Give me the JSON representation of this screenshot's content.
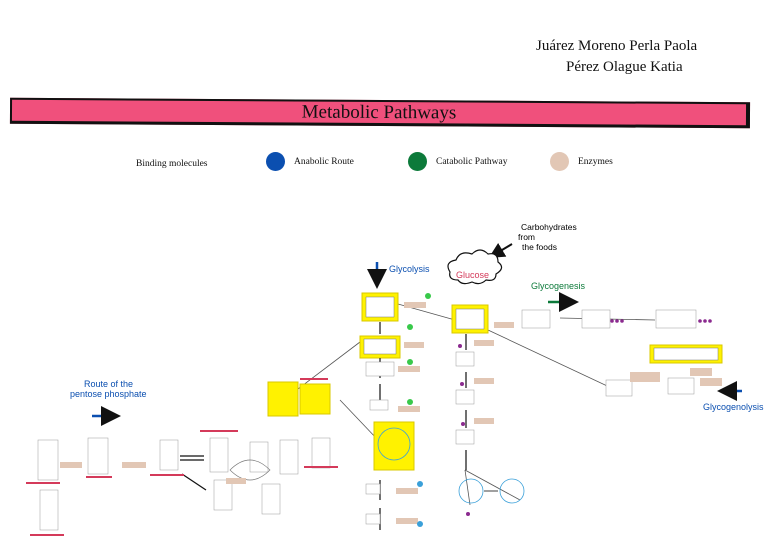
{
  "authors": [
    "Juárez Moreno Perla Paola",
    "Pérez Olague Katia"
  ],
  "title": "Metabolic Pathways",
  "legend": {
    "binding": "Binding molecules",
    "items": [
      {
        "label": "Anabolic Route",
        "color": "#0b4fb0"
      },
      {
        "label": "Catabolic Pathway",
        "color": "#0c7a3a"
      },
      {
        "label": "Enzymes",
        "color": "#e2c7b5"
      }
    ]
  },
  "diagram": {
    "carbohydrates": [
      "Carbohydrates",
      "from",
      "the foods"
    ],
    "glucose": "Glucose",
    "glycolysis": "Glycolysis",
    "glycogenesis": "Glycogenesis",
    "glycogenolysis": "Glycogenolysis",
    "pentose": [
      "Route of the",
      "pentose phosphate"
    ]
  },
  "colors": {
    "banner": "#f0507c",
    "highlight": "#fff200",
    "anabolic": "#0b4fb0",
    "catabolic": "#0c7a3a",
    "enzyme": "#e2c7b5",
    "metabolite": "#d43a5a",
    "cofactor": "#8b2a8f"
  }
}
